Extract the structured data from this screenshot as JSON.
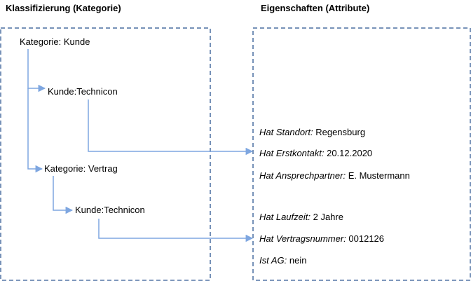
{
  "headings": {
    "classification": "Klassifizierung (Kategorie)",
    "properties": "Eigenschaften (Attribute)"
  },
  "nodes": {
    "category_customer": "Kategorie: Kunde",
    "customer_technicon_1": "Kunde:Technicon",
    "category_contract": "Kategorie: Vertrag",
    "customer_technicon_2": "Kunde:Technicon"
  },
  "attributes_customer": [
    {
      "key": "Hat Standort:",
      "value": " Regensburg"
    },
    {
      "key": "Hat Erstkontakt:",
      "value": " 20.12.2020"
    },
    {
      "key": "Hat Ansprechpartner:",
      "value": " E. Mustermann"
    }
  ],
  "attributes_contract": [
    {
      "key": "Hat Laufzeit:",
      "value": " 2 Jahre"
    },
    {
      "key": "Hat Vertragsnummer:",
      "value": " 0012126"
    },
    {
      "key": "Ist AG:",
      "value": " nein"
    }
  ],
  "colors": {
    "border": "#4a6fa0",
    "arrow": "#7ea6e0"
  }
}
